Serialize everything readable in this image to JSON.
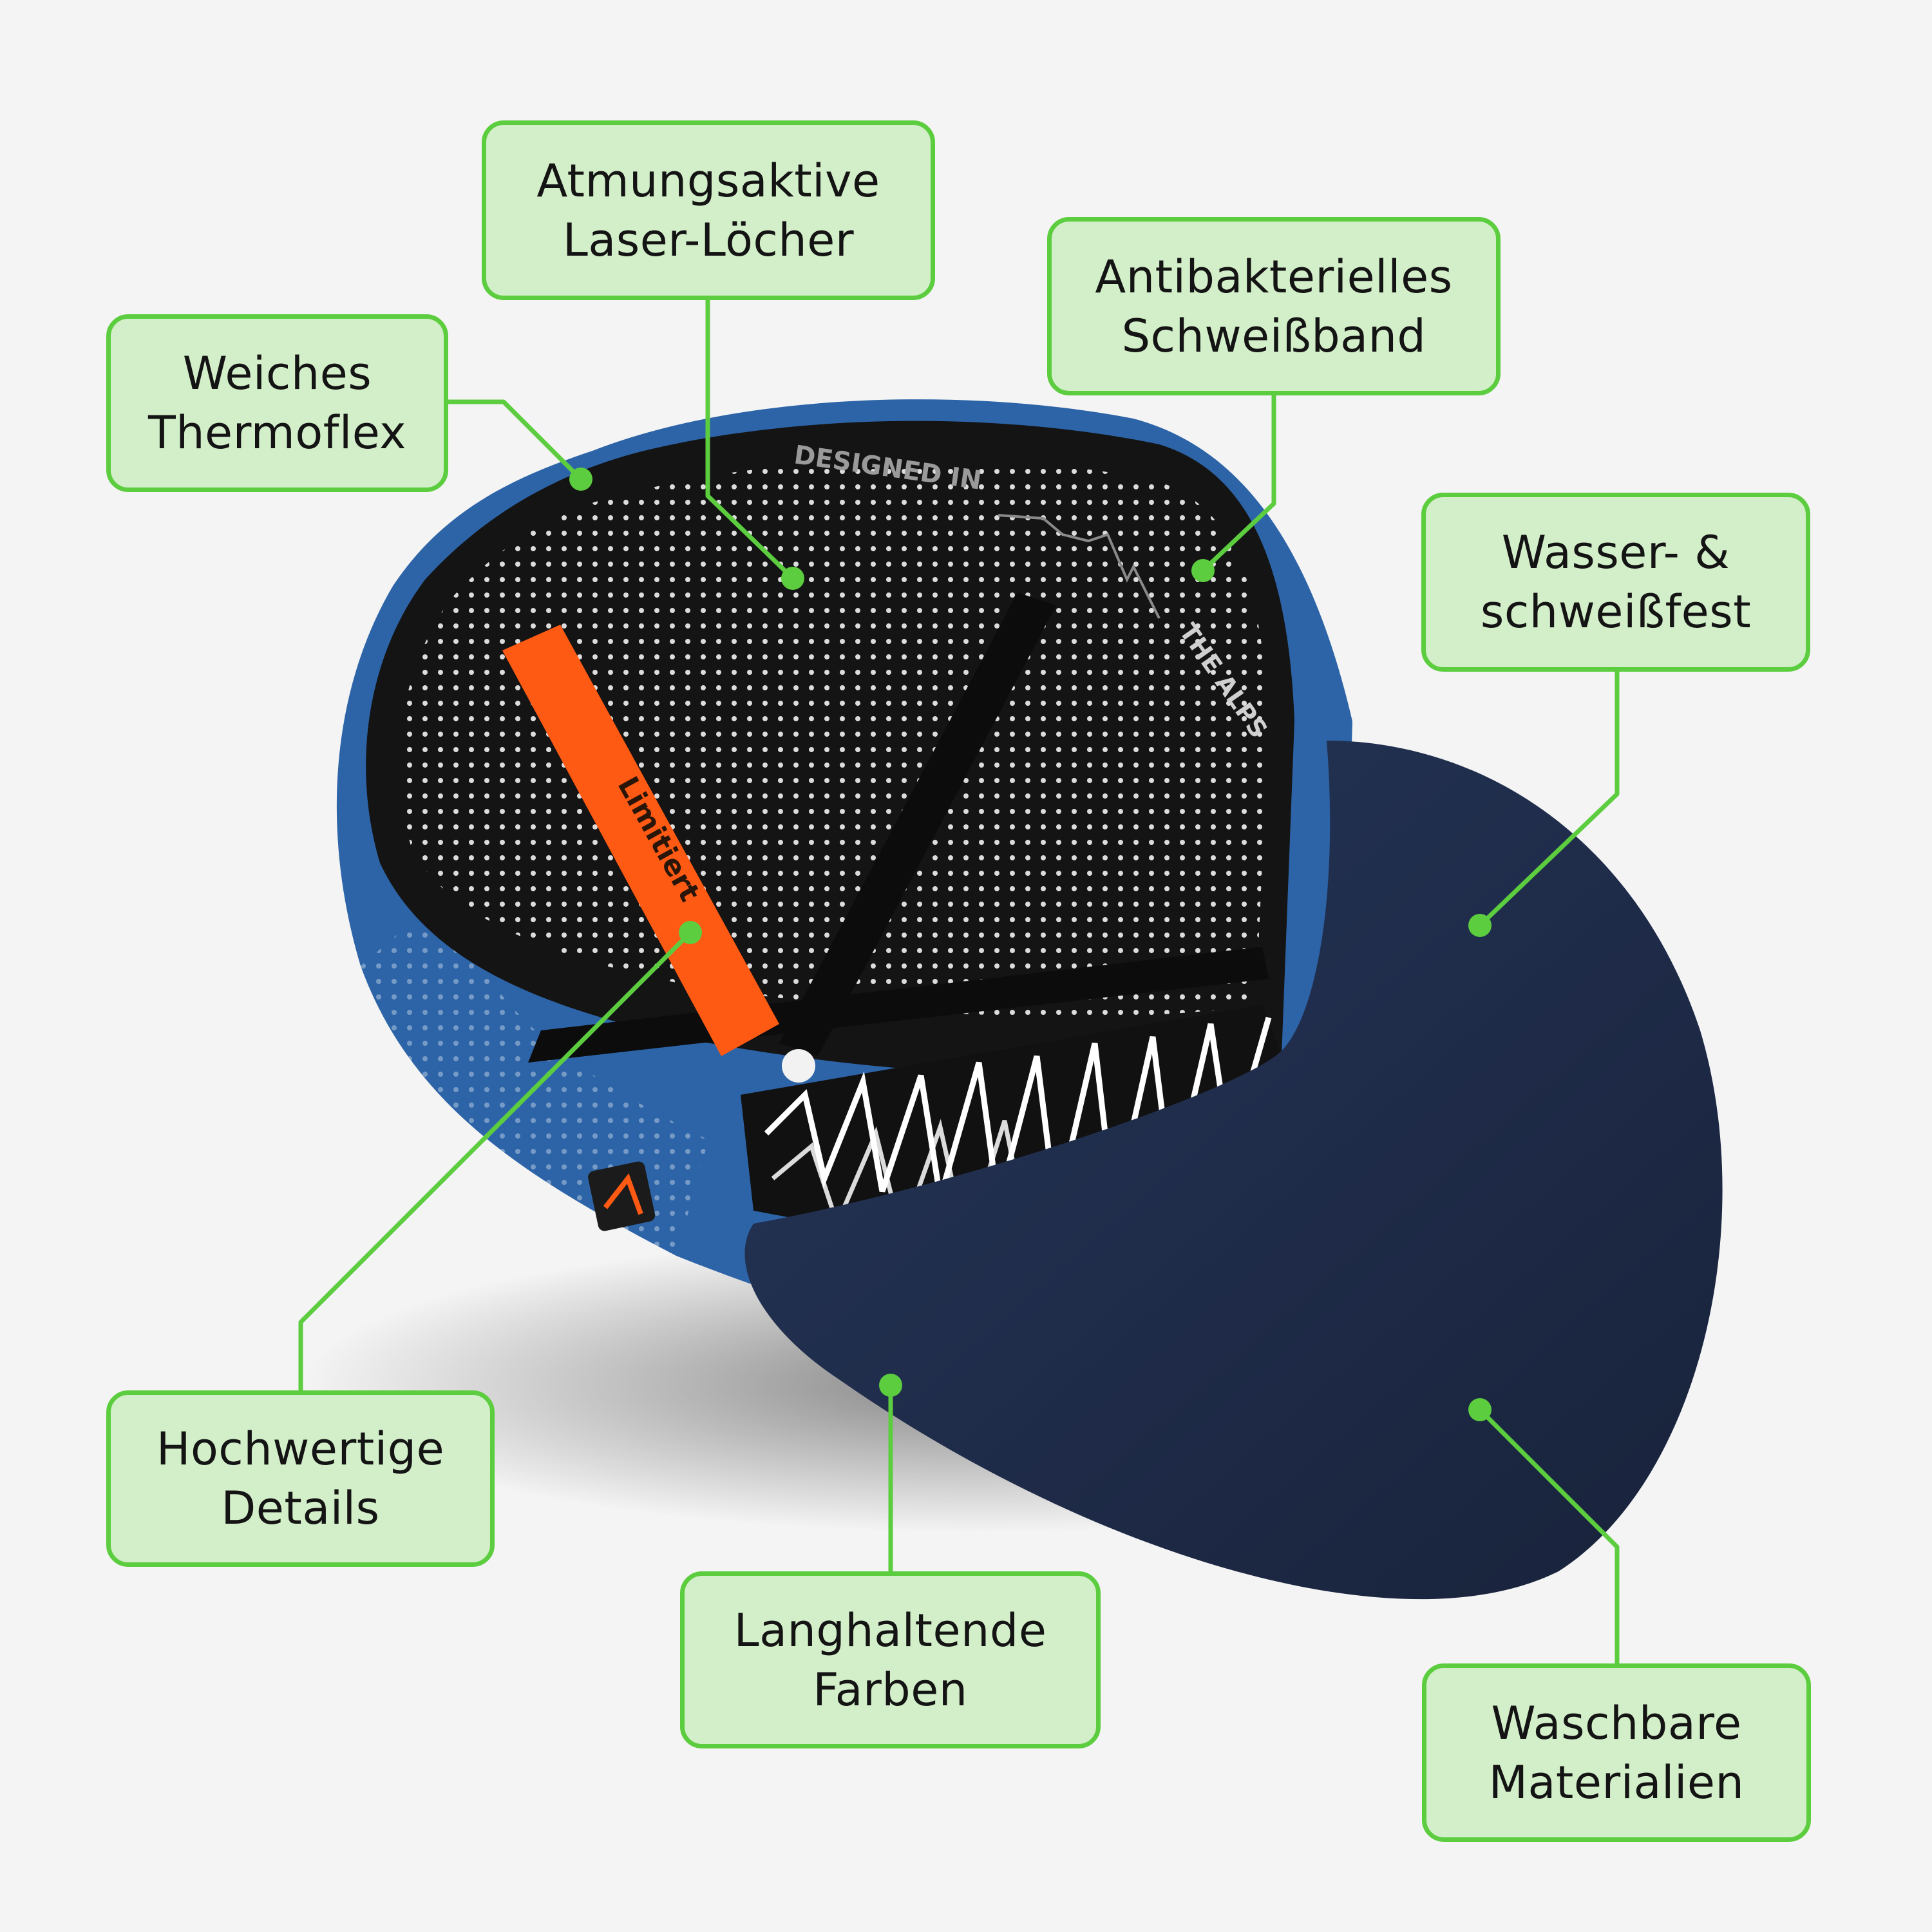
{
  "image": {
    "background_color": "#f4f4f4",
    "accent_color": "#5ccd3f",
    "callout_fill_color": "#d3efc9",
    "cap_crown_color": "#2d64a8",
    "cap_brim_color": "#1d2a45",
    "tag_color": "#ff5a14"
  },
  "product_print": {
    "inner_text_top": "DESIGNED IN",
    "inner_text_side": "THE ALPS",
    "tag_text": "Limitiert"
  },
  "callouts": {
    "thermoflex": {
      "line1": "Weiches",
      "line2": "Thermoflex"
    },
    "laser_holes": {
      "line1": "Atmungsaktive",
      "line2": "Laser-Löcher"
    },
    "sweatband": {
      "line1": "Antibakterielles",
      "line2": "Schweißband"
    },
    "water_resistant": {
      "line1": "Wasser- &",
      "line2": "schweißfest"
    },
    "details": {
      "line1": "Hochwertige",
      "line2": "Details"
    },
    "colors": {
      "line1": "Langhaltende",
      "line2": "Farben"
    },
    "washable": {
      "line1": "Waschbare",
      "line2": "Materialien"
    }
  }
}
